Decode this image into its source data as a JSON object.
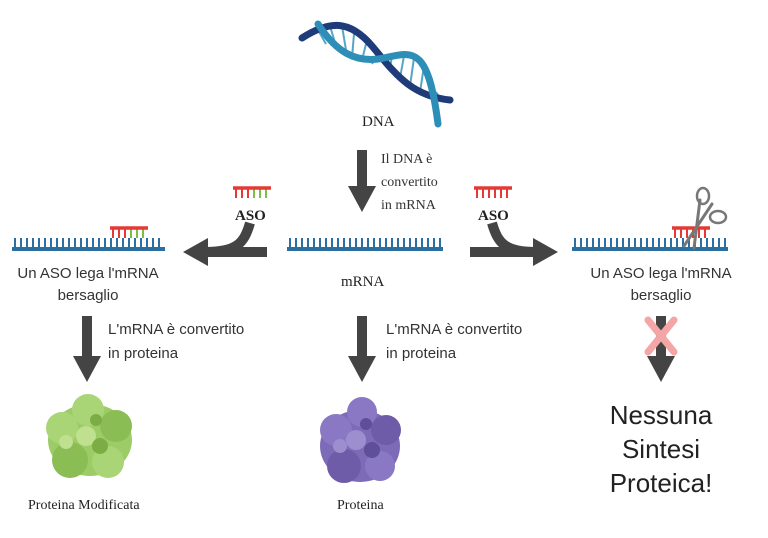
{
  "dna": {
    "label": "DNA"
  },
  "transcription": {
    "line1": "Il DNA è",
    "line2": "convertito",
    "line3": "in mRNA"
  },
  "mrna": {
    "label": "mRNA"
  },
  "left_branch": {
    "aso_label": "ASO",
    "binding_line1": "Un ASO lega l'mRNA",
    "binding_line2": "bersaglio",
    "translation_line1": "L'mRNA è convertito",
    "translation_line2": "in proteina",
    "protein_label": "Proteina Modificata"
  },
  "center_branch": {
    "translation_line1": "L'mRNA è convertito",
    "translation_line2": "in proteina",
    "protein_label": "Proteina"
  },
  "right_branch": {
    "aso_label": "ASO",
    "binding_line1": "Un ASO lega l'mRNA",
    "binding_line2": "bersaglio",
    "result_line1": "Nessuna",
    "result_line2": "Sintesi",
    "result_line3": "Proteica!"
  },
  "colors": {
    "dna_strand_dark": "#1f3b7a",
    "dna_strand_light": "#2d8fb8",
    "mrna": "#2a6fa0",
    "aso_red": "#e53935",
    "aso_green": "#7bc043",
    "arrow": "#444444",
    "protein_green": "#9ccc65",
    "protein_purple": "#7e6bb8",
    "blocked_x": "#f4a6a6",
    "scissors": "#777777"
  }
}
